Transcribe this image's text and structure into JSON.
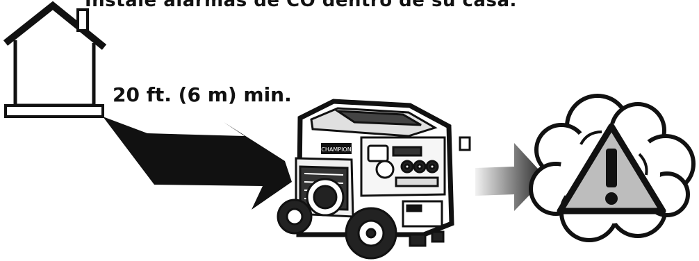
{
  "caption": "Instale alarmas de CO dentro de su casa.",
  "distance_label": "20 ft. (6 m) min.",
  "generator_brand": "CHAMPION",
  "colors": {
    "ink": "#111111",
    "cloud_fill": "#ffffff",
    "warning_fill": "#bdbdbd",
    "arrow_dark": "#111111",
    "arrow_light": "#e8e8e8"
  },
  "icons": [
    "house-icon",
    "arrow-icon",
    "generator-icon",
    "gradient-arrow-icon",
    "smoke-cloud-icon",
    "warning-triangle-icon"
  ]
}
